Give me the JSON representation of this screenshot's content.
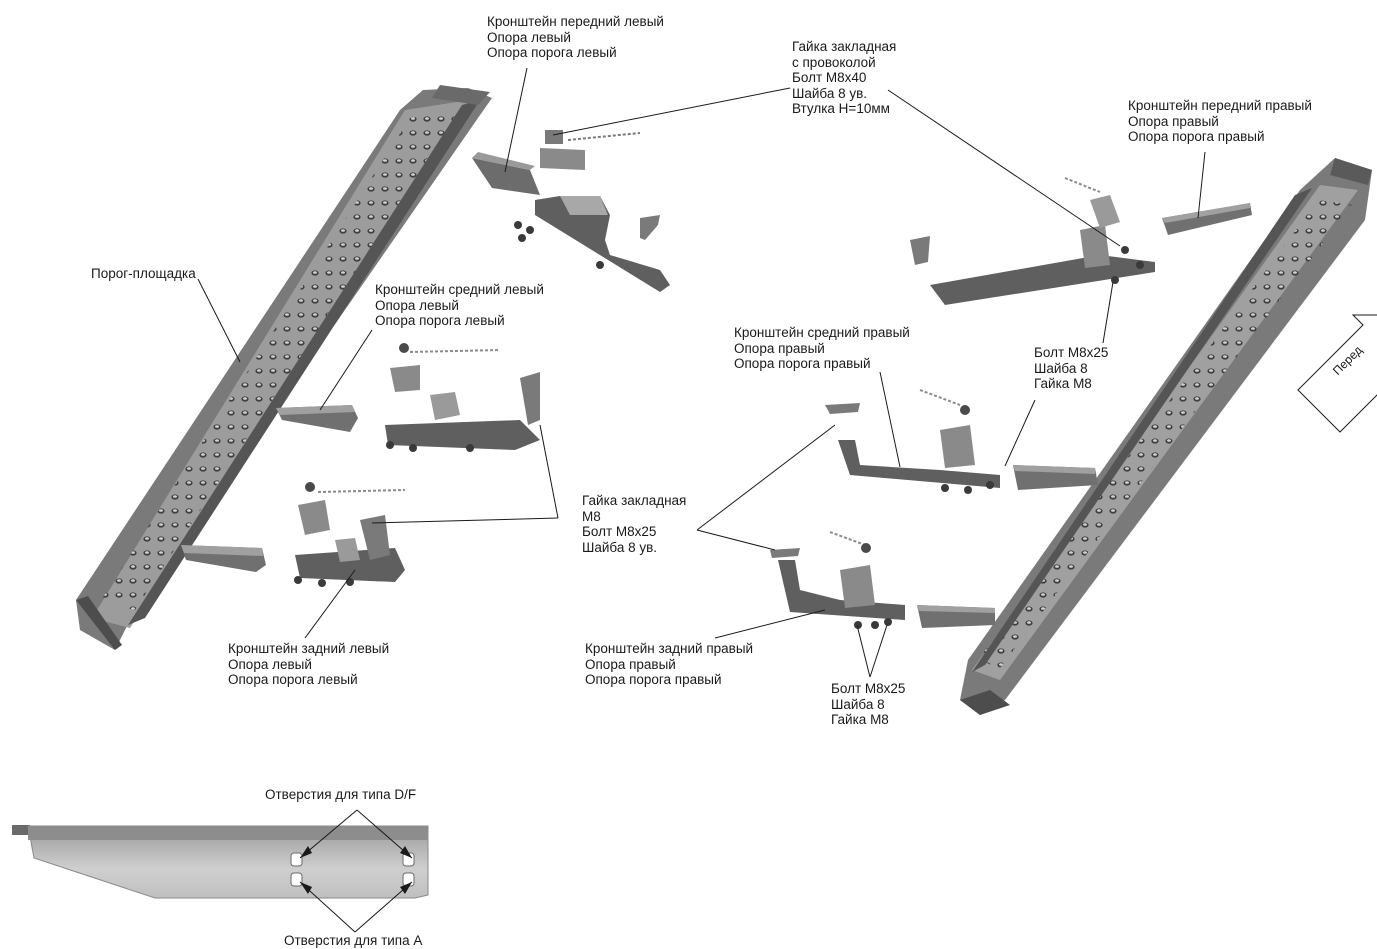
{
  "labels": {
    "front_left": [
      "Кронштейн передний левый",
      "Опора левый",
      "Опора порога левый"
    ],
    "nut_wire": [
      "Гайка закладная",
      "с провоколой",
      "Болт М8х40",
      "Шайба 8 ув.",
      "Втулка Н=10мм"
    ],
    "front_right": [
      "Кронштейн передний правый",
      "Опора правый",
      "Опора порога правый"
    ],
    "step": "Порог-площадка",
    "middle_left": [
      "Кронштейн средний левый",
      "Опора левый",
      "Опора порога левый"
    ],
    "middle_right": [
      "Кронштейн средний правый",
      "Опора правый",
      "Опора порога правый"
    ],
    "bolt_right_top": [
      "Болт М8х25",
      "Шайба 8",
      "Гайка М8"
    ],
    "nut_m8": [
      "Гайка закладная",
      "М8",
      "Болт М8х25",
      "Шайба 8 ув."
    ],
    "rear_left": [
      "Кронштейн задний левый",
      "Опора левый",
      "Опора порога левый"
    ],
    "rear_right": [
      "Кронштейн задний правый",
      "Опора правый",
      "Опора порога правый"
    ],
    "bolt_right_bottom": [
      "Болт М8х25",
      "Шайба 8",
      "Гайка М8"
    ],
    "holes_df": "Отверстия для типа D/F",
    "holes_a": "Отверстия для типа А"
  },
  "direction_arrow": "Перед",
  "colors": {
    "part_dark": "#5f5f5f",
    "part_mid": "#8a8a8a",
    "part_light": "#bdbdbd",
    "line": "#1a1a1a"
  }
}
